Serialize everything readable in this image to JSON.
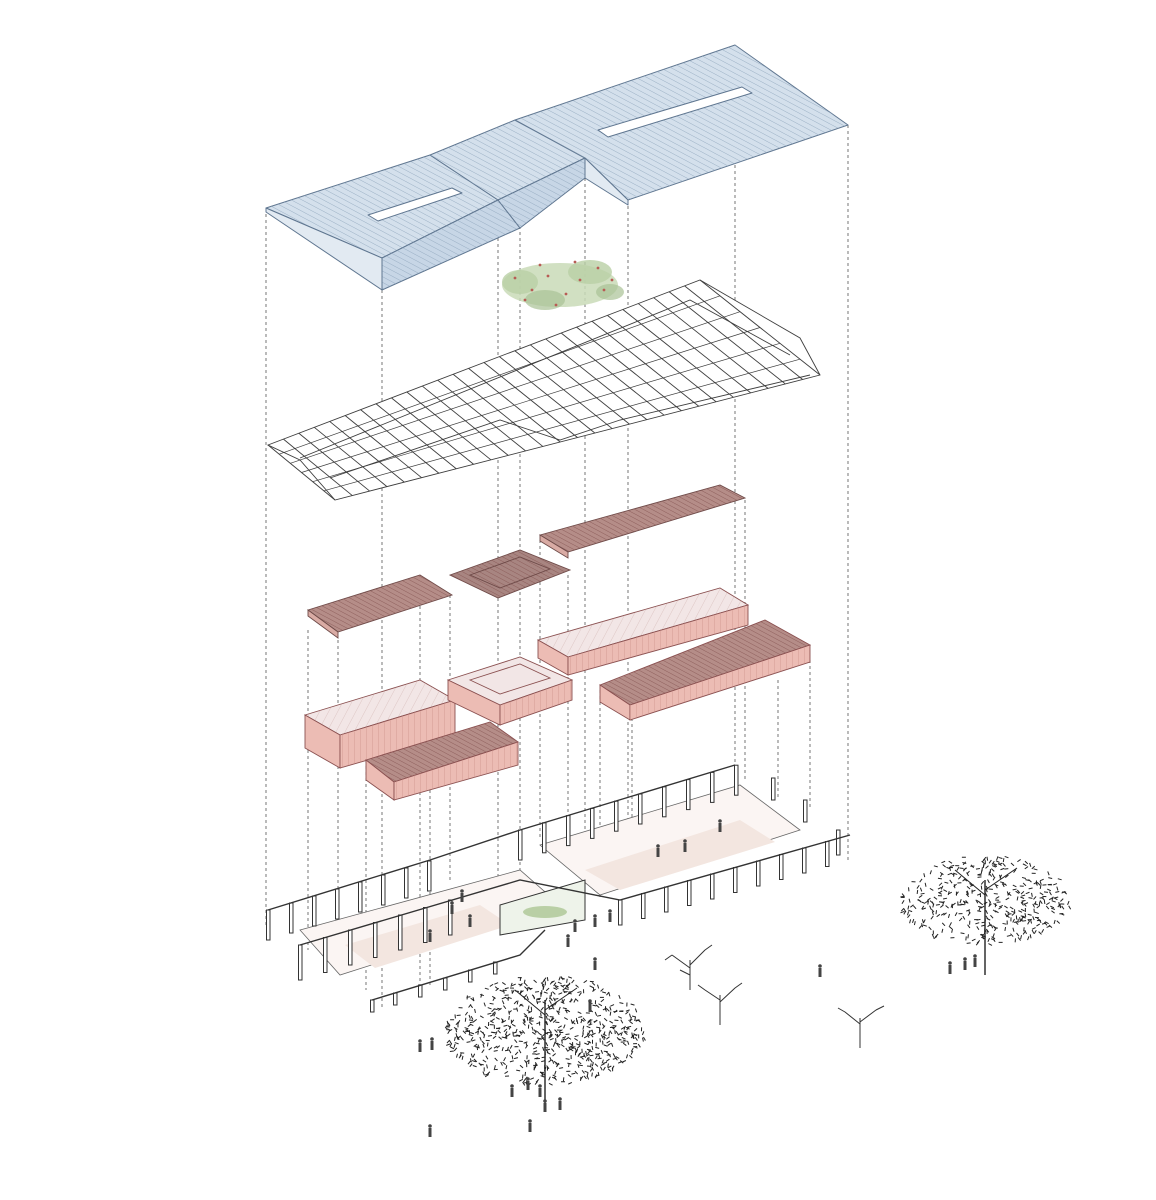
{
  "diagram": {
    "style": "exploded axonometric",
    "layers": [
      "roof-sheeting",
      "courtyard-vegetation",
      "roof-structure-frame",
      "inserted-block-roofs",
      "inserted-blocks",
      "ground-floor-columns-and-slab",
      "landscape-trees-and-people"
    ]
  },
  "colors": {
    "roof": "#d4e0ec",
    "roof_line": "#8ea4bb",
    "frame": "#3e3e3e",
    "block_wall": "#ecbcb4",
    "block_roof": "#b58d88",
    "block_outline": "#8a5050",
    "greenery": "#b9cfa5",
    "floor": "#f3e6e0",
    "ink": "#333333"
  }
}
